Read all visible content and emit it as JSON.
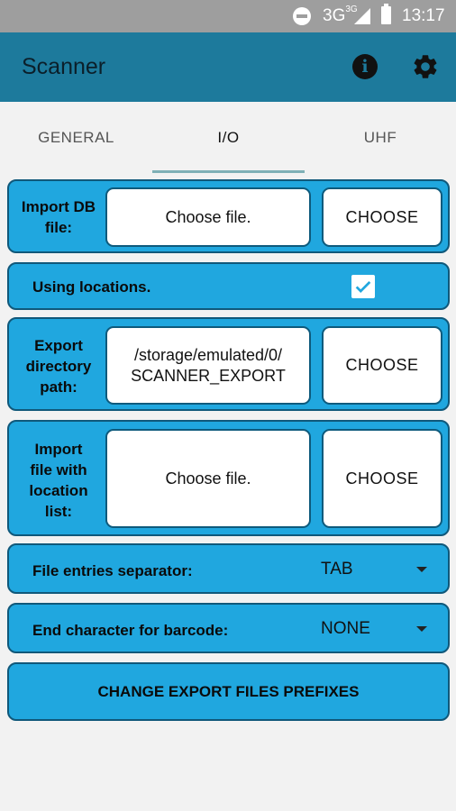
{
  "status_bar": {
    "network": "3G",
    "network_sup": "3G",
    "time": "13:17"
  },
  "app_bar": {
    "title": "Scanner",
    "actions": [
      "info-icon",
      "gear-icon"
    ]
  },
  "tabs": [
    {
      "label": "GENERAL",
      "selected": false
    },
    {
      "label": "I/O",
      "selected": true
    },
    {
      "label": "UHF",
      "selected": false
    }
  ],
  "io": {
    "import_db": {
      "label": "Import DB\nfile:",
      "value": "Choose file.",
      "button": "CHOOSE"
    },
    "locations": {
      "label": "Using locations.",
      "checked": true
    },
    "export_dir": {
      "label": "Export\ndirectory\npath:",
      "value": "/storage/emulated/0/\nSCANNER_EXPORT",
      "button": "CHOOSE"
    },
    "import_locations": {
      "label": "Import\nfile with\nlocation\nlist:",
      "value": "Choose file.",
      "button": "CHOOSE"
    },
    "separator": {
      "label": "File entries separator:",
      "value": "TAB"
    },
    "end_char": {
      "label": "End character for barcode:",
      "value": "NONE"
    },
    "prefixes_button": "CHANGE EXPORT FILES PREFIXES"
  },
  "colors": {
    "app_bar": "#1d7a9c",
    "card": "#20a7df",
    "card_border": "#10587a",
    "status_bar": "#9e9e9e",
    "tab_indicator": "#7fb0b6"
  }
}
